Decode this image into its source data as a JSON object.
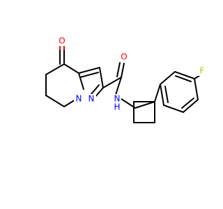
{
  "atoms": [
    {
      "label": "O",
      "color": "#ff0000"
    },
    {
      "label": "O",
      "color": "#ff0000"
    },
    {
      "label": "N",
      "color": "#0000ff"
    },
    {
      "label": "N",
      "color": "#0000ff"
    },
    {
      "label": "N",
      "color": "#0000ff"
    },
    {
      "label": "H",
      "color": "#0000ff"
    },
    {
      "label": "F",
      "color": "#b8c400"
    }
  ]
}
